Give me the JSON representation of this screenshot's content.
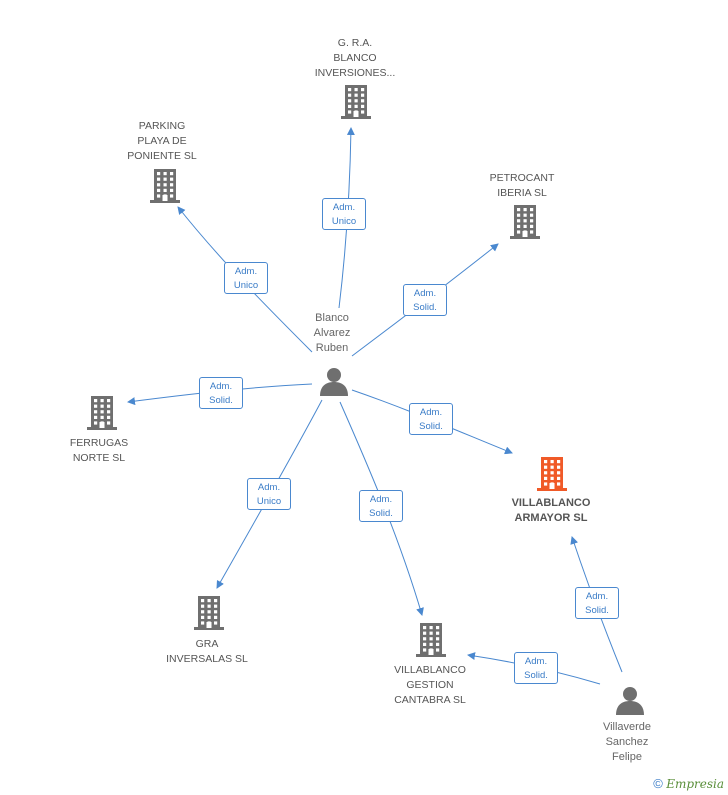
{
  "companies": [
    {
      "key": "gra_blanco",
      "label": "G. R.A.\nBLANCO\nINVERSIONES...",
      "highlight": false
    },
    {
      "key": "parking",
      "label": "PARKING\nPLAYA DE\nPONIENTE  SL",
      "highlight": false
    },
    {
      "key": "petrocant",
      "label": "PETROCANT\nIBERIA  SL",
      "highlight": false
    },
    {
      "key": "ferrugas",
      "label": "FERRUGAS\nNORTE  SL",
      "highlight": false
    },
    {
      "key": "villablanco_armayor",
      "label": "VILLABLANCO\nARMAYOR SL",
      "highlight": true
    },
    {
      "key": "gra_inversalas",
      "label": "GRA\nINVERSALAS SL",
      "highlight": false
    },
    {
      "key": "villablanco_gestion",
      "label": "VILLABLANCO\nGESTION\nCANTABRA  SL",
      "highlight": false
    }
  ],
  "persons": [
    {
      "key": "blanco",
      "label": "Blanco\nAlvarez\nRuben"
    },
    {
      "key": "villaverde",
      "label": "Villaverde\nSanchez\nFelipe"
    }
  ],
  "relations": [
    {
      "key": "r1",
      "from": "blanco",
      "to": "gra_blanco",
      "line1": "Adm.",
      "line2": "Unico"
    },
    {
      "key": "r2",
      "from": "blanco",
      "to": "parking",
      "line1": "Adm.",
      "line2": "Unico"
    },
    {
      "key": "r3",
      "from": "blanco",
      "to": "petrocant",
      "line1": "Adm.",
      "line2": "Solid."
    },
    {
      "key": "r4",
      "from": "blanco",
      "to": "ferrugas",
      "line1": "Adm.",
      "line2": "Solid."
    },
    {
      "key": "r5",
      "from": "blanco",
      "to": "villablanco_armayor",
      "line1": "Adm.",
      "line2": "Solid."
    },
    {
      "key": "r6",
      "from": "blanco",
      "to": "gra_inversalas",
      "line1": "Adm.",
      "line2": "Unico"
    },
    {
      "key": "r7",
      "from": "blanco",
      "to": "villablanco_gestion",
      "line1": "Adm.",
      "line2": "Solid."
    },
    {
      "key": "r8",
      "from": "villaverde",
      "to": "villablanco_armayor",
      "line1": "Adm.",
      "line2": "Solid."
    },
    {
      "key": "r9",
      "from": "villaverde",
      "to": "villablanco_gestion",
      "line1": "Adm.",
      "line2": "Solid."
    }
  ],
  "colors": {
    "edge": "#4a88cf",
    "building": "#6f6f6f",
    "building_highlight": "#f05a28",
    "person": "#6f6f6f"
  },
  "footer": {
    "copyright": "©",
    "brand": "Empresia"
  }
}
